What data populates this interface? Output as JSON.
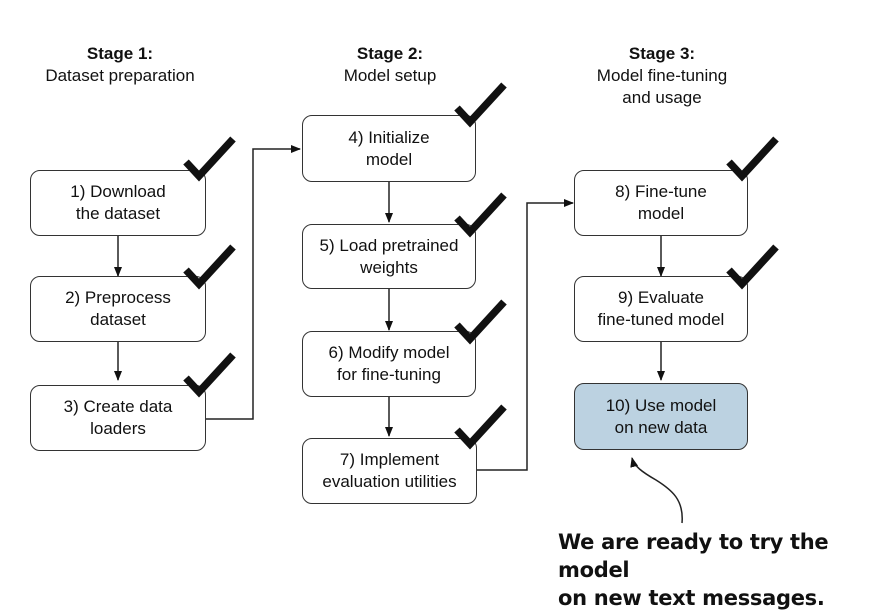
{
  "stages": [
    {
      "title": "Stage 1:",
      "subtitle": "Dataset preparation"
    },
    {
      "title": "Stage 2:",
      "subtitle": "Model setup"
    },
    {
      "title": "Stage 3:",
      "subtitle": "Model fine-tuning\nand usage"
    }
  ],
  "steps": [
    {
      "label": "1) Download\nthe dataset",
      "done": true
    },
    {
      "label": "2) Preprocess\ndataset",
      "done": true
    },
    {
      "label": "3) Create data\nloaders",
      "done": true
    },
    {
      "label": "4) Initialize\nmodel",
      "done": true
    },
    {
      "label": "5) Load pretrained\nweights",
      "done": true
    },
    {
      "label": "6) Modify model\nfor fine-tuning",
      "done": true
    },
    {
      "label": "7) Implement\nevaluation utilities",
      "done": true
    },
    {
      "label": "8) Fine-tune\nmodel",
      "done": true
    },
    {
      "label": "9) Evaluate\nfine-tuned model",
      "done": true
    },
    {
      "label": "10) Use model\non new data",
      "done": false,
      "highlight_color": "#bcd2e1"
    }
  ],
  "annotation": "We are ready to try the model\non new text messages."
}
